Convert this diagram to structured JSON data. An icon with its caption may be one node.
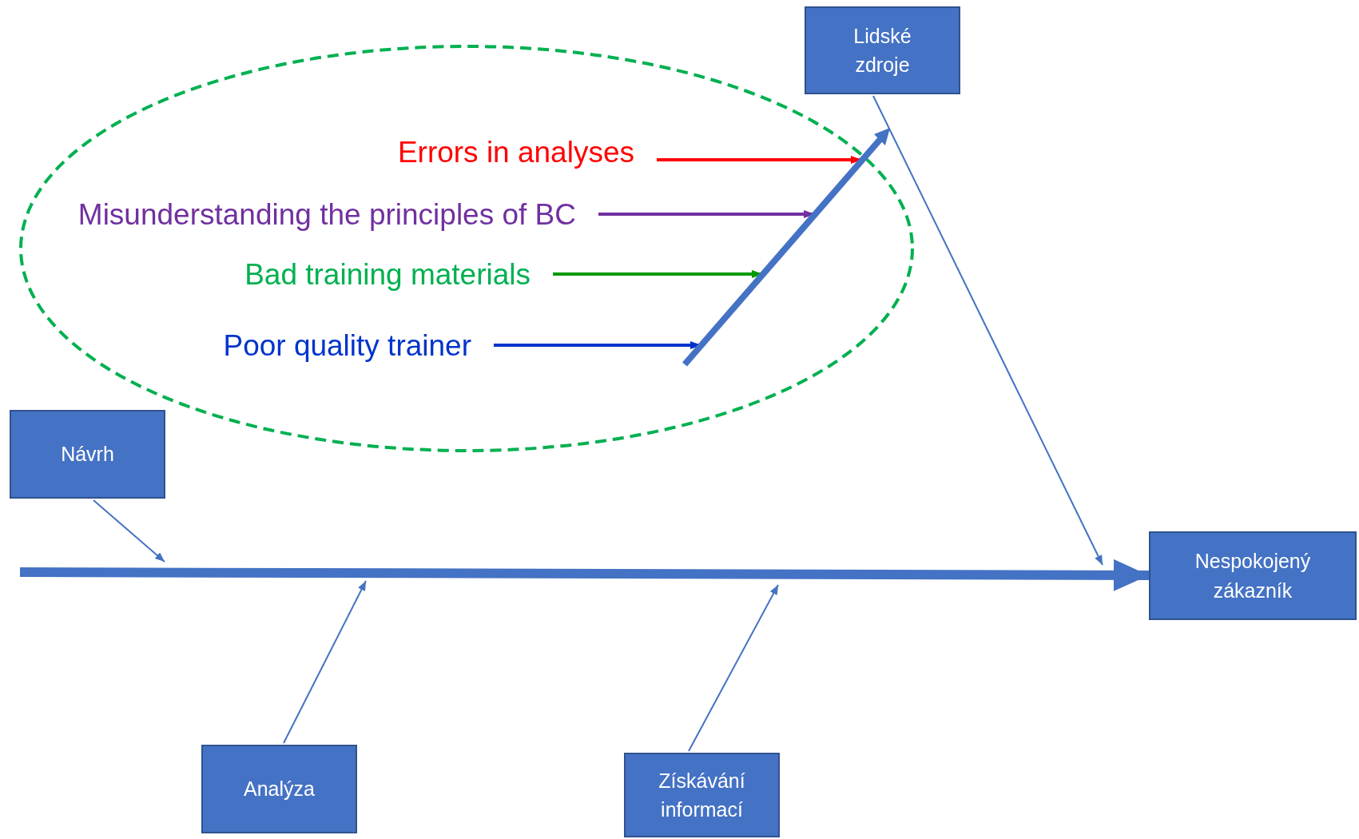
{
  "diagram": {
    "nodes": [
      {
        "text": [
          "Lidské zdroje"
        ]
      },
      {
        "text": [
          "Návrh"
        ]
      },
      {
        "text": [
          "Analýza"
        ]
      },
      {
        "text": [
          "Získávání informací"
        ]
      },
      {
        "text": [
          "Nespokojený zákazník"
        ]
      },
      {
        "text": [],
        "shape": "ellipse"
      },
      {
        "text": [
          "Errors in analyses"
        ],
        "in": 5
      },
      {
        "text": [
          "Misunderstanding the principles of BC"
        ],
        "in": 5
      },
      {
        "text": [
          "Bad training materials"
        ],
        "in": 5
      },
      {
        "text": [
          "Poor quality trainer"
        ],
        "in": 5
      },
      {
        "text": [],
        "shape": "arrow",
        "in": 5
      }
    ],
    "edges": [
      {
        "from": null,
        "to": 4,
        "arrow": "to",
        "style": "thick"
      },
      {
        "from": 1,
        "to": null,
        "arrow": "to"
      },
      {
        "from": 2,
        "to": null,
        "arrow": "to"
      },
      {
        "from": 3,
        "to": null,
        "arrow": "to"
      },
      {
        "from": 0,
        "to": null,
        "arrow": "to"
      },
      {
        "from": 6,
        "to": 10,
        "arrow": "to",
        "color": "#ff0000"
      },
      {
        "from": 7,
        "to": 10,
        "arrow": "to",
        "color": "#7030a0"
      },
      {
        "from": 8,
        "to": 10,
        "arrow": "to",
        "color": "#009900"
      },
      {
        "from": 9,
        "to": 10,
        "arrow": "to",
        "color": "#0033cc"
      }
    ]
  }
}
